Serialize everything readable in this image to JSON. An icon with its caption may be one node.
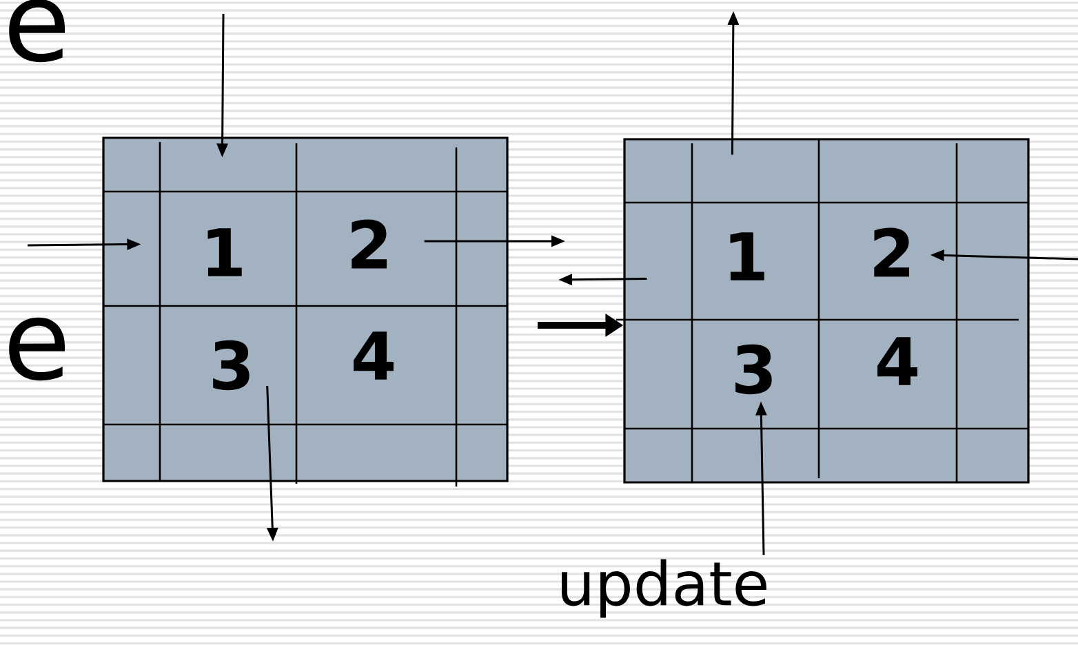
{
  "diagram": {
    "nodes": [
      {
        "text": [],
        "shape": "box"
      },
      {
        "text": [
          "1"
        ],
        "in": 0
      },
      {
        "text": [
          "2"
        ],
        "in": 0
      },
      {
        "text": [
          "3"
        ],
        "in": 0
      },
      {
        "text": [
          "4"
        ],
        "in": 0
      },
      {
        "text": [],
        "shape": "box"
      },
      {
        "text": [
          "1"
        ],
        "in": 5
      },
      {
        "text": [
          "2"
        ],
        "in": 5
      },
      {
        "text": [
          "3"
        ],
        "in": 5
      },
      {
        "text": [
          "4"
        ],
        "in": 5
      },
      {
        "text": [
          "update"
        ]
      }
    ],
    "edges": [
      {
        "from": null,
        "to": 0,
        "arrow": "to"
      },
      {
        "from": null,
        "to": 0,
        "arrow": "to"
      },
      {
        "from": 2,
        "to": null,
        "arrow": "to"
      },
      {
        "from": 3,
        "to": null,
        "arrow": "to"
      },
      {
        "from": 5,
        "to": null,
        "arrow": "to"
      },
      {
        "from": 5,
        "to": null,
        "arrow": "to"
      },
      {
        "from": null,
        "to": 5,
        "arrow": "to",
        "style": "thick"
      },
      {
        "from": null,
        "to": 7,
        "arrow": "to"
      },
      {
        "from": 10,
        "to": 8,
        "arrow": "to"
      }
    ],
    "labels": [
      "e",
      "e"
    ]
  }
}
